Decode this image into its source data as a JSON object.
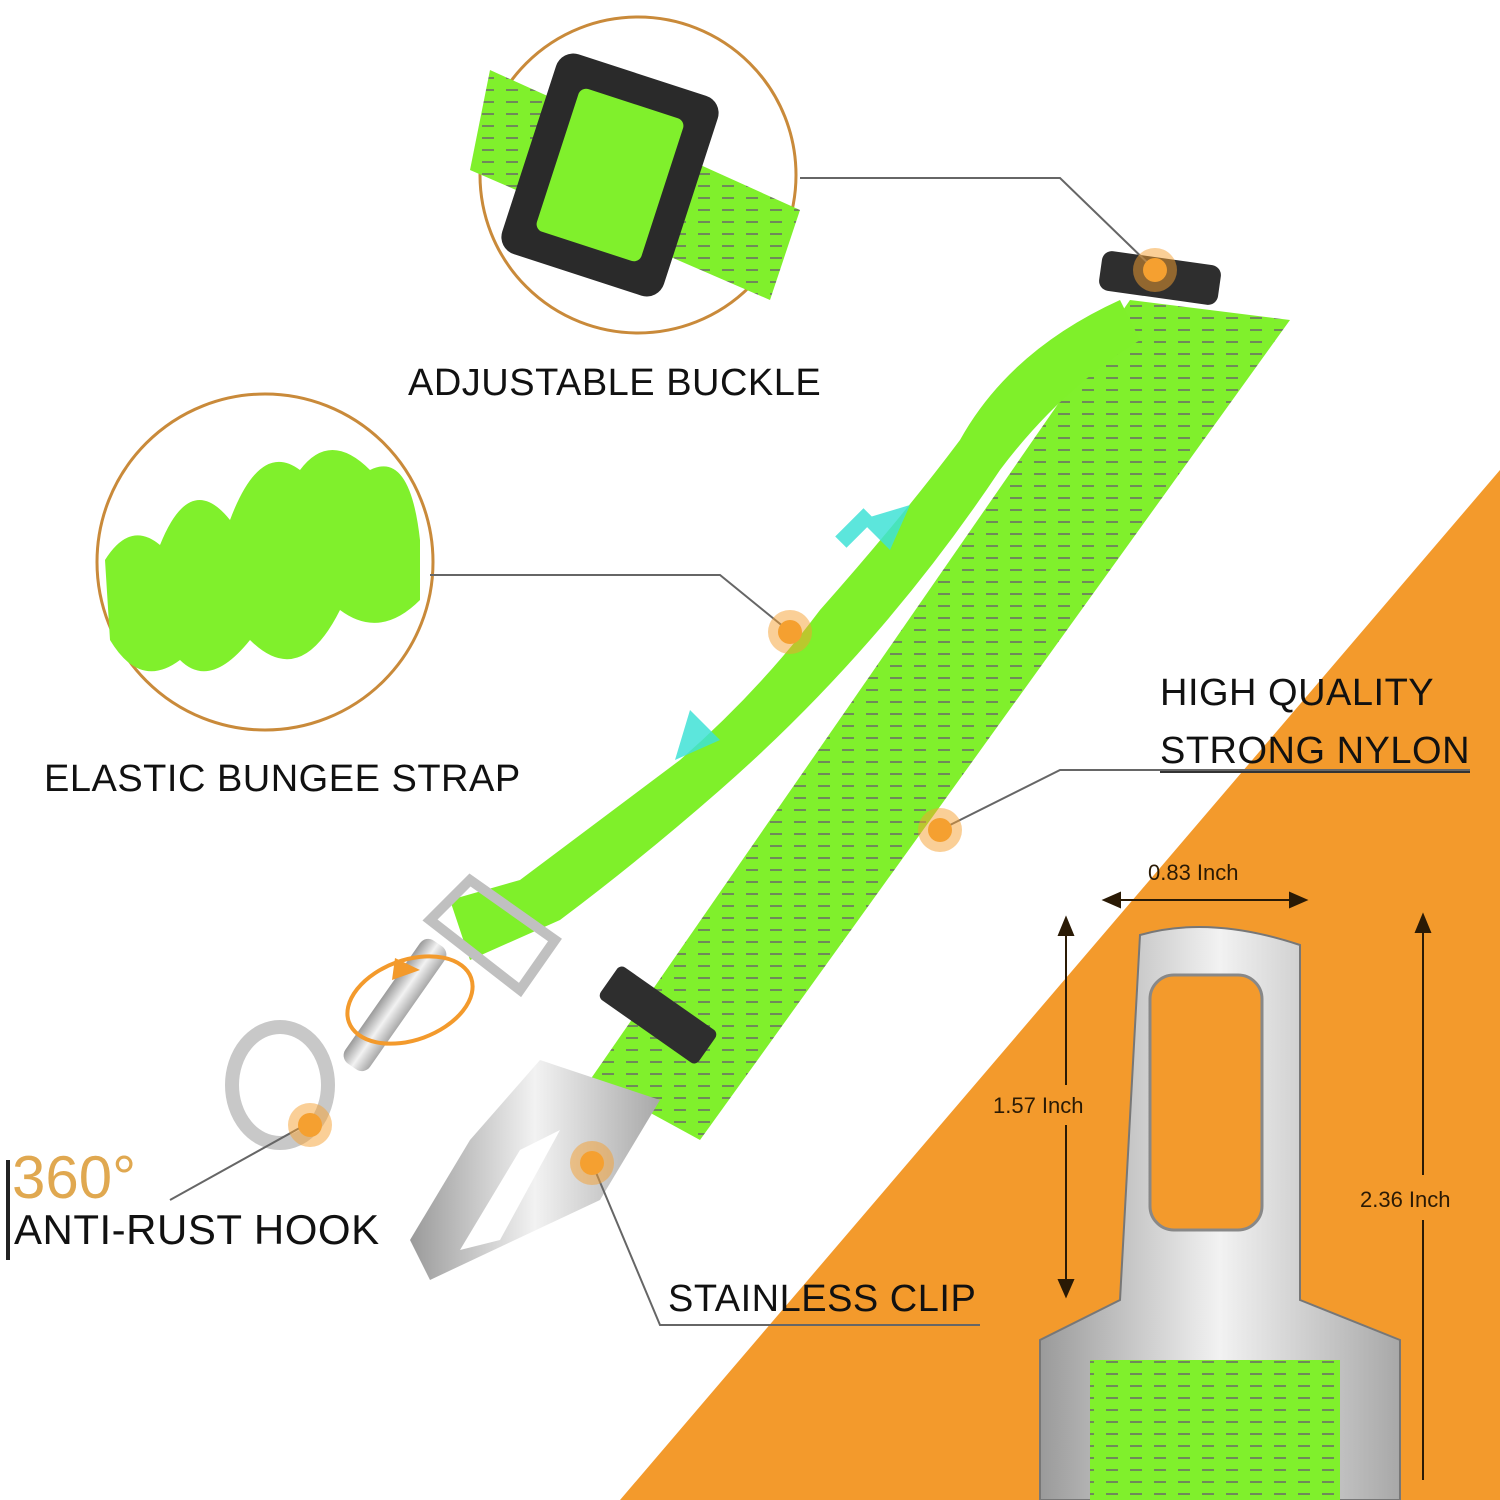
{
  "product": "Dog car seat belt leash with elastic bungee",
  "colors": {
    "accent_orange": "#f39a2c",
    "strap_green": "#7ff02a",
    "callout_dot": "#f5a030",
    "circle_border": "#c98a3a",
    "metal": "#c8c8c8",
    "buckle_black": "#2a2a2a"
  },
  "callouts": {
    "adjustable_buckle": "ADJUSTABLE BUCKLE",
    "elastic_bungee": "ELASTIC BUNGEE STRAP",
    "nylon_line1": "HIGH QUALITY",
    "nylon_line2": "STRONG NYLON",
    "hook_degree": "360°",
    "hook_label": "ANTI-RUST HOOK",
    "clip_label": "STAINLESS CLIP"
  },
  "dimensions": {
    "width": "0.83 Inch",
    "slot_height": "1.57 Inch",
    "total_height": "2.36 Inch"
  }
}
